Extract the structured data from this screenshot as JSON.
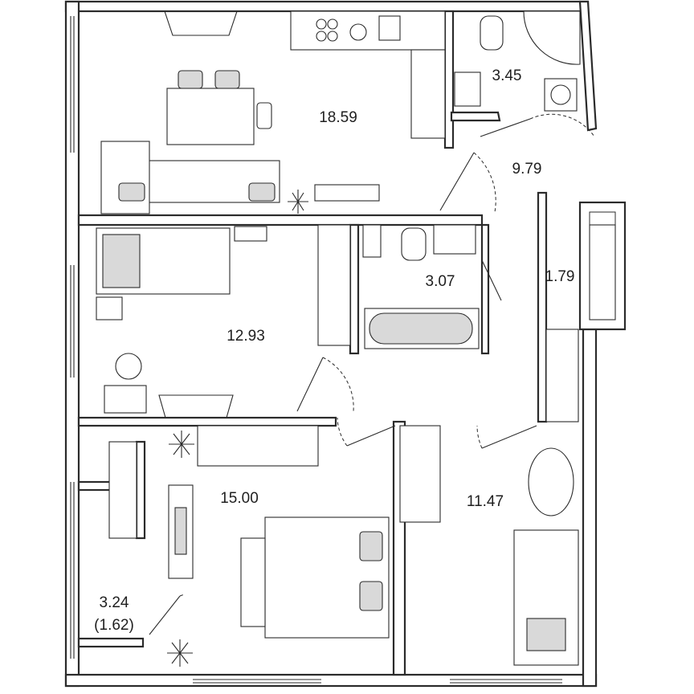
{
  "rooms": [
    {
      "id": "kitchen-living",
      "area": "18.59"
    },
    {
      "id": "bathroom-1",
      "area": "3.45"
    },
    {
      "id": "hallway",
      "area": "9.79"
    },
    {
      "id": "bedroom-1",
      "area": "12.93"
    },
    {
      "id": "bathroom-2",
      "area": "3.07"
    },
    {
      "id": "storage",
      "area": "1.79"
    },
    {
      "id": "bedroom-2",
      "area": "15.00"
    },
    {
      "id": "bedroom-3",
      "area": "11.47"
    },
    {
      "id": "balcony",
      "area": "3.24",
      "reduced_area": "(1.62)"
    }
  ],
  "colors": {
    "wall": "#2b2b2b",
    "furniture_fill": "#d9d9d9",
    "background": "#ffffff"
  }
}
